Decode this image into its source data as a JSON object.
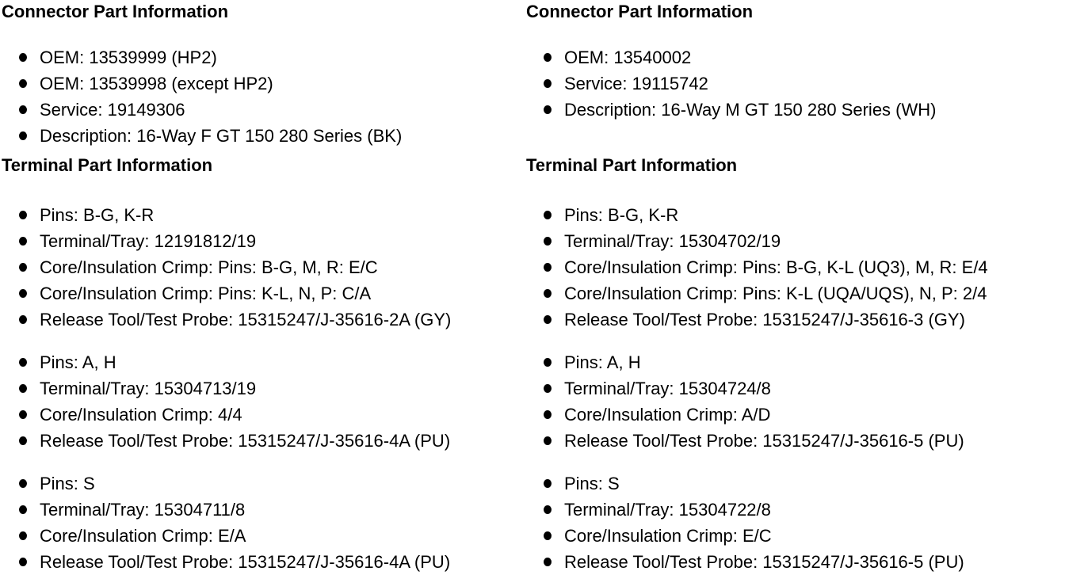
{
  "document": {
    "background": "#ffffff",
    "text_color": "#000000",
    "columns": [
      {
        "connector": {
          "heading": "Connector Part Information",
          "items": [
            "OEM: 13539999 (HP2)",
            "OEM: 13539998 (except HP2)",
            "Service: 19149306",
            "Description: 16-Way F GT 150 280 Series (BK)"
          ]
        },
        "terminal": {
          "heading": "Terminal Part Information",
          "groups": [
            {
              "items": [
                "Pins: B-G, K-R",
                "Terminal/Tray: 12191812/19",
                "Core/Insulation Crimp: Pins: B-G, M, R: E/C",
                "Core/Insulation Crimp: Pins: K-L, N, P: C/A",
                "Release Tool/Test Probe: 15315247/J-35616-2A (GY)"
              ]
            },
            {
              "items": [
                "Pins: A, H",
                "Terminal/Tray: 15304713/19",
                "Core/Insulation Crimp: 4/4",
                "Release Tool/Test Probe: 15315247/J-35616-4A (PU)"
              ]
            },
            {
              "items": [
                "Pins: S",
                "Terminal/Tray: 15304711/8",
                "Core/Insulation Crimp: E/A",
                "Release Tool/Test Probe: 15315247/J-35616-4A (PU)"
              ]
            }
          ]
        }
      },
      {
        "connector": {
          "heading": "Connector Part Information",
          "items": [
            "OEM: 13540002",
            "Service: 19115742",
            "Description: 16-Way M GT 150 280 Series (WH)"
          ]
        },
        "terminal": {
          "heading": "Terminal Part Information",
          "groups": [
            {
              "items": [
                "Pins: B-G, K-R",
                "Terminal/Tray: 15304702/19",
                "Core/Insulation Crimp: Pins: B-G, K-L (UQ3), M, R: E/4",
                "Core/Insulation Crimp: Pins: K-L (UQA/UQS), N, P: 2/4",
                "Release Tool/Test Probe: 15315247/J-35616-3 (GY)"
              ]
            },
            {
              "items": [
                "Pins: A, H",
                "Terminal/Tray: 15304724/8",
                "Core/Insulation Crimp: A/D",
                "Release Tool/Test Probe: 15315247/J-35616-5 (PU)"
              ]
            },
            {
              "items": [
                "Pins: S",
                "Terminal/Tray: 15304722/8",
                "Core/Insulation Crimp: E/C",
                "Release Tool/Test Probe: 15315247/J-35616-5 (PU)"
              ]
            }
          ]
        }
      }
    ]
  }
}
